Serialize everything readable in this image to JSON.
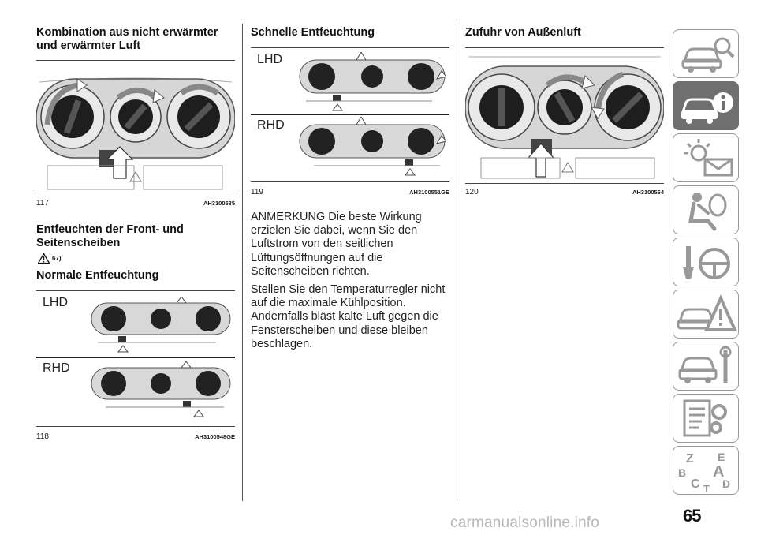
{
  "col1": {
    "heading1": "Kombination aus nicht erwärmter und erwärmter Luft",
    "fig117": {
      "num": "117",
      "code": "AH3100535"
    },
    "heading2": "Entfeuchten der Front- und Seitenscheiben",
    "warning_ref": "67)",
    "heading3": "Normale Entfeuchtung",
    "fig118": {
      "num": "118",
      "code": "AH3100548GE",
      "lhd": "LHD",
      "rhd": "RHD"
    }
  },
  "col2": {
    "heading": "Schnelle Entfeuchtung",
    "fig119": {
      "num": "119",
      "code": "AH3100551GE",
      "lhd": "LHD",
      "rhd": "RHD"
    },
    "para1": "ANMERKUNG  Die beste Wirkung erzielen Sie dabei, wenn Sie den Luftstrom von den seitlichen Lüftungsöffnungen auf die Seitenscheiben richten.",
    "para2": "Stellen Sie den Temperaturregler nicht auf die maximale Kühlposition. Andernfalls bläst kalte Luft gegen die Fensterscheiben und diese bleiben beschlagen."
  },
  "col3": {
    "heading": "Zufuhr von Außenluft",
    "fig120": {
      "num": "120",
      "code": "AH3100564"
    }
  },
  "sidebar": {
    "tabs": [
      {
        "icon": "car-search-icon",
        "active": false
      },
      {
        "icon": "car-info-icon",
        "active": true
      },
      {
        "icon": "warning-light-mail-icon",
        "active": false
      },
      {
        "icon": "airbag-person-icon",
        "active": false
      },
      {
        "icon": "steering-wheel-key-icon",
        "active": false
      },
      {
        "icon": "car-breakdown-triangle-icon",
        "active": false
      },
      {
        "icon": "car-wrench-icon",
        "active": false
      },
      {
        "icon": "spec-sheet-gears-icon",
        "active": false
      },
      {
        "icon": "alphabet-index-icon",
        "active": false
      }
    ],
    "index_letters": [
      "Z",
      "E",
      "B",
      "A",
      "C",
      "D",
      "T"
    ]
  },
  "page_number": "65",
  "watermark": "carmanualsonline.info"
}
